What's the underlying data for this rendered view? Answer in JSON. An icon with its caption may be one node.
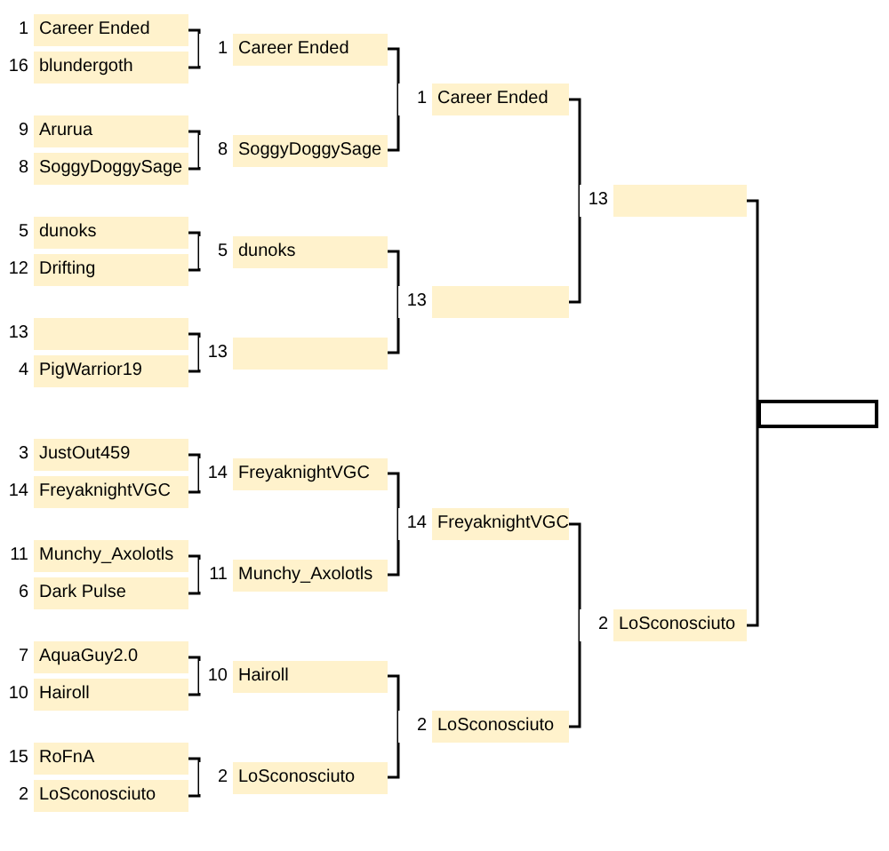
{
  "diagram": {
    "nodes": [
      {
        "text": [
          "1",
          "Career Ended"
        ]
      },
      {
        "text": [
          "16",
          "blundergoth"
        ]
      },
      {
        "text": [
          "9",
          "Arurua"
        ]
      },
      {
        "text": [
          "8",
          "SoggyDoggySage"
        ]
      },
      {
        "text": [
          "5",
          "dunoks"
        ]
      },
      {
        "text": [
          "12",
          "Drifting"
        ]
      },
      {
        "text": [
          "13"
        ]
      },
      {
        "text": [
          "4",
          "PigWarrior19"
        ]
      },
      {
        "text": [
          "3",
          "JustOut459"
        ]
      },
      {
        "text": [
          "14",
          "FreyaknightVGC"
        ]
      },
      {
        "text": [
          "11",
          "Munchy_Axolotls"
        ]
      },
      {
        "text": [
          "6",
          "Dark Pulse"
        ]
      },
      {
        "text": [
          "7",
          "AquaGuy2.0"
        ]
      },
      {
        "text": [
          "10",
          "Hairoll"
        ]
      },
      {
        "text": [
          "15",
          "RoFnA"
        ]
      },
      {
        "text": [
          "2",
          "LoSconosciuto"
        ]
      },
      {
        "text": [
          "1",
          "Career Ended"
        ]
      },
      {
        "text": [
          "8",
          "SoggyDoggySage"
        ]
      },
      {
        "text": [
          "5",
          "dunoks"
        ]
      },
      {
        "text": [
          "13"
        ]
      },
      {
        "text": [
          "14",
          "FreyaknightVGC"
        ]
      },
      {
        "text": [
          "11",
          "Munchy_Axolotls"
        ]
      },
      {
        "text": [
          "10",
          "Hairoll"
        ]
      },
      {
        "text": [
          "2",
          "LoSconosciuto"
        ]
      },
      {
        "text": [
          "1",
          "Career Ended"
        ]
      },
      {
        "text": [
          "13"
        ]
      },
      {
        "text": [
          "14",
          "FreyaknightVGC"
        ]
      },
      {
        "text": [
          "2",
          "LoSconosciuto"
        ]
      },
      {
        "text": [
          "13"
        ]
      },
      {
        "text": [
          "2",
          "LoSconosciuto"
        ]
      },
      {
        "text": [],
        "shape": "box"
      }
    ],
    "edges": [
      {
        "from": 0,
        "to": 16,
        "arrow": "none"
      },
      {
        "from": 1,
        "to": 16,
        "arrow": "none"
      },
      {
        "from": 2,
        "to": 17,
        "arrow": "none"
      },
      {
        "from": 3,
        "to": 17,
        "arrow": "none"
      },
      {
        "from": 4,
        "to": 18,
        "arrow": "none"
      },
      {
        "from": 5,
        "to": 18,
        "arrow": "none"
      },
      {
        "from": 6,
        "to": 19,
        "arrow": "none"
      },
      {
        "from": 7,
        "to": 19,
        "arrow": "none"
      },
      {
        "from": 8,
        "to": 20,
        "arrow": "none"
      },
      {
        "from": 9,
        "to": 20,
        "arrow": "none"
      },
      {
        "from": 10,
        "to": 21,
        "arrow": "none"
      },
      {
        "from": 11,
        "to": 21,
        "arrow": "none"
      },
      {
        "from": 12,
        "to": 22,
        "arrow": "none"
      },
      {
        "from": 13,
        "to": 22,
        "arrow": "none"
      },
      {
        "from": 14,
        "to": 23,
        "arrow": "none"
      },
      {
        "from": 15,
        "to": 23,
        "arrow": "none"
      },
      {
        "from": 16,
        "to": 24,
        "arrow": "none"
      },
      {
        "from": 17,
        "to": 24,
        "arrow": "none"
      },
      {
        "from": 18,
        "to": 25,
        "arrow": "none"
      },
      {
        "from": 19,
        "to": 25,
        "arrow": "none"
      },
      {
        "from": 20,
        "to": 26,
        "arrow": "none"
      },
      {
        "from": 21,
        "to": 26,
        "arrow": "none"
      },
      {
        "from": 22,
        "to": 27,
        "arrow": "none"
      },
      {
        "from": 23,
        "to": 27,
        "arrow": "none"
      },
      {
        "from": 24,
        "to": 28,
        "arrow": "none"
      },
      {
        "from": 25,
        "to": 28,
        "arrow": "none"
      },
      {
        "from": 26,
        "to": 29,
        "arrow": "none"
      },
      {
        "from": 27,
        "to": 29,
        "arrow": "none"
      },
      {
        "from": 28,
        "to": 30,
        "arrow": "none"
      },
      {
        "from": 29,
        "to": 30,
        "arrow": "none"
      }
    ]
  }
}
